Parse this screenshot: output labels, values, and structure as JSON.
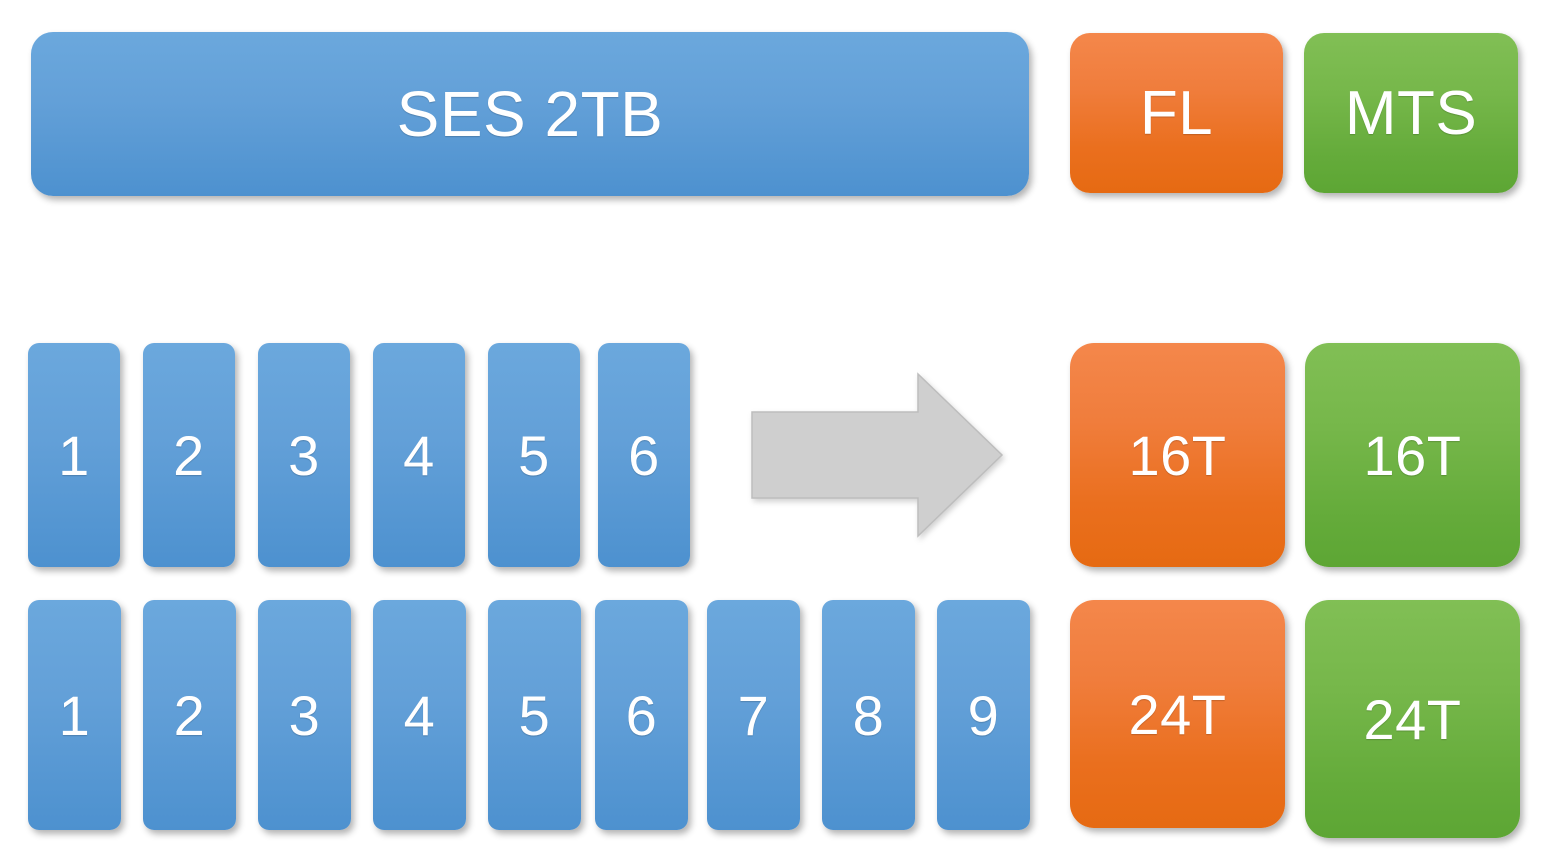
{
  "diagram": {
    "title_bar": {
      "label": "SES 2TB",
      "color": "#63a0d8"
    },
    "header_boxes": [
      {
        "label": "FL",
        "color": "#ea6f1e",
        "name": "fl-box"
      },
      {
        "label": "MTS",
        "color": "#64ab3a",
        "name": "mts-box"
      }
    ],
    "rows": [
      {
        "name": "row-a",
        "slots": [
          "1",
          "2",
          "3",
          "4",
          "5",
          "6"
        ],
        "slot_color": "#63a0d8",
        "capacities": [
          {
            "label": "16T",
            "color": "#ea6f1e"
          },
          {
            "label": "16T",
            "color": "#64ab3a"
          }
        ]
      },
      {
        "name": "row-b",
        "slots": [
          "1",
          "2",
          "3",
          "4",
          "5",
          "6",
          "7",
          "8",
          "9"
        ],
        "slot_color": "#63a0d8",
        "capacities": [
          {
            "label": "24T",
            "color": "#ea6f1e"
          },
          {
            "label": "24T",
            "color": "#64ab3a"
          }
        ]
      }
    ],
    "arrow": {
      "name": "right-arrow-icon",
      "direction": "right",
      "color": "#cfcfcf"
    }
  }
}
